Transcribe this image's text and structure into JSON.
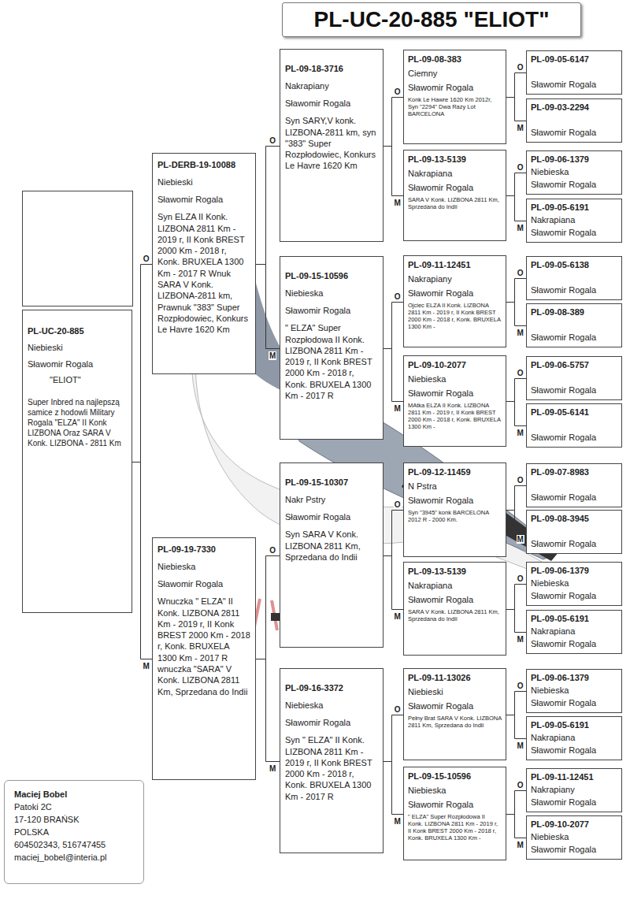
{
  "diagram": {
    "title": "PL-UC-20-885 \"ELIOT\"",
    "nodes": [
      {
        "text": [
          "PL-UC-20-885",
          "Niebieski",
          "Sławomir Rogala",
          "\"ELIOT\"",
          "Super Inbred na najlepszą samice z hodowli Military Rogala \"ELZA\" II Konk LIZBONA Oraz SARA V Konk. LIZBONA - 2811 Km"
        ]
      },
      {
        "text": [
          "PL-DERB-19-10088",
          "Niebieski",
          "Sławomir Rogala",
          "Syn ELZA II Konk. LIZBONA 2811 Km - 2019 r, II Konk BREST 2000 Km - 2018 r, Konk. BRUXELA 1300 Km - 2017 R Wnuk SARA V Konk. LIZBONA-2811 km, Prawnuk \"383\" Super Rozpłodowiec, Konkurs Le Havre 1620 Km"
        ]
      },
      {
        "text": [
          "PL-09-19-7330",
          "Niebieska",
          "Sławomir Rogala",
          "Wnuczka \" ELZA\" II Konk. LIZBONA 2811 Km - 2019 r, II Konk BREST 2000 Km - 2018 r, Konk. BRUXELA 1300 Km - 2017 R wnuczka \"SARA\" V Konk. LIZBONA 2811 Km, Sprzedana do Indii"
        ]
      },
      {
        "text": [
          "PL-09-18-3716",
          "Nakrapiany",
          "Sławomir Rogala",
          "Syn SARY,V konk. LIZBONA-2811 km, syn \"383\" Super Rozpłodowiec, Konkurs Le Havre 1620 Km"
        ]
      },
      {
        "text": [
          "PL-09-15-10596",
          "Niebieska",
          "Sławomir Rogala",
          "\" ELZA\" Super Rozpłodowa II Konk. LIZBONA 2811 Km - 2019 r, II Konk BREST 2000 Km - 2018 r, Konk. BRUXELA 1300 Km - 2017 R"
        ]
      },
      {
        "text": [
          "PL-09-15-10307",
          "Nakr Pstry",
          "Sławomir Rogala",
          "Syn SARA V Konk. LIZBONA 2811 Km, Sprzedana do Indii"
        ]
      },
      {
        "text": [
          "PL-09-16-3372",
          "Niebieska",
          "Sławomir Rogala",
          "Syn \" ELZA\" II Konk. LIZBONA 2811 Km - 2019 r, II Konk BREST 2000 Km - 2018 r, Konk. BRUXELA 1300 Km - 2017 R"
        ]
      },
      {
        "text": [
          "PL-09-08-383",
          "Ciemny",
          "Sławomir Rogala",
          "Konk Le Hawre 1620 Km 2012r, Syn \"2294\" Dwa Razy Lot BARCELONA"
        ]
      },
      {
        "text": [
          "PL-09-13-5139",
          "Nakrapiana",
          "Sławomir Rogala",
          "SARA V Konk. LIZBONA 2811 Km, Sprzedana do Indii"
        ]
      },
      {
        "text": [
          "PL-09-11-12451",
          "Nakrapiany",
          "Sławomir Rogala",
          "Ojciec ELZA II Konk. LIZBONA 2811 Km - 2019 r, II Konk BREST 2000 Km - 2018 r, Konk. BRUXELA 1300 Km -"
        ]
      },
      {
        "text": [
          "PL-09-10-2077",
          "Niebieska",
          "Sławomir Rogala",
          "MAtka ELZA II Konk. LIZBONA 2811 Km - 2019 r, II Konk BREST 2000 Km - 2018 r, Konk. BRUXELA 1300 Km -"
        ]
      },
      {
        "text": [
          "PL-09-12-11459",
          "N Pstra",
          "Sławomir Rogala",
          "Syn \"3945\" konk BARCELONA 2012 R - 2000 Km."
        ]
      },
      {
        "text": [
          "PL-09-13-5139",
          "Nakrapiana",
          "Sławomir Rogala",
          "SARA V Konk. LIZBONA 2811 Km, Sprzedana do Indii"
        ]
      },
      {
        "text": [
          "PL-09-11-13026",
          "Niebieski",
          "Sławomir Rogala",
          "Pełny Brat SARA V Konk. LIZBONA 2811 Km, Sprzedana do Indii"
        ]
      },
      {
        "text": [
          "PL-09-15-10596",
          "Niebieska",
          "Sławomir Rogala",
          "\" ELZA\" Super Rozpłodowa II Konk. LIZBONA 2811 Km - 2019 r, II Konk BREST 2000 Km - 2018 r, Konk. BRUXELA 1300 Km -"
        ]
      },
      {
        "text": [
          "PL-09-05-6147",
          "Sławomir Rogala"
        ]
      },
      {
        "text": [
          "PL-09-03-2294",
          "Sławomir Rogala"
        ]
      },
      {
        "text": [
          "PL-09-06-1379",
          "Niebieska",
          "Sławomir Rogala"
        ]
      },
      {
        "text": [
          "PL-09-05-6191",
          "Nakrapiana",
          "Sławomir Rogala"
        ]
      },
      {
        "text": [
          "PL-09-05-6138",
          "Sławomir Rogala"
        ]
      },
      {
        "text": [
          "PL-09-08-389",
          "Sławomir Rogala"
        ]
      },
      {
        "text": [
          "PL-09-06-5757",
          "Sławomir Rogala"
        ]
      },
      {
        "text": [
          "PL-09-05-6141",
          "Sławomir Rogala"
        ]
      },
      {
        "text": [
          "PL-09-07-8983",
          "Sławomir Rogala"
        ]
      },
      {
        "text": [
          "PL-09-08-3945",
          "Sławomir Rogala"
        ]
      },
      {
        "text": [
          "PL-09-06-1379",
          "Niebieska",
          "Sławomir Rogala"
        ]
      },
      {
        "text": [
          "PL-09-05-6191",
          "Nakrapiana",
          "Sławomir Rogala"
        ]
      },
      {
        "text": [
          "PL-09-06-1379",
          "Niebieska",
          "Sławomir Rogala"
        ]
      },
      {
        "text": [
          "PL-09-05-6191",
          "Nakrapiana",
          "Sławomir Rogala"
        ]
      },
      {
        "text": [
          "PL-09-11-12451",
          "Nakrapiany",
          "Sławomir Rogala"
        ]
      },
      {
        "text": [
          "PL-09-10-2077",
          "Niebieska",
          "Sławomir Rogala"
        ]
      },
      {
        "text": [
          "Maciej Bobel",
          "Patoki 2C",
          "17-120 BRAŃSK",
          "POLSKA",
          "604502343, 516747455",
          "maciej_bobel@interia.pl"
        ]
      }
    ],
    "edges": [
      {
        "from": 0,
        "to": 1,
        "arrow": "none",
        "label": "O"
      },
      {
        "from": 0,
        "to": 2,
        "arrow": "none",
        "label": "M"
      },
      {
        "from": 1,
        "to": 3,
        "arrow": "none",
        "label": "O"
      },
      {
        "from": 1,
        "to": 4,
        "arrow": "none",
        "label": "M"
      },
      {
        "from": 2,
        "to": 5,
        "arrow": "none",
        "label": "O"
      },
      {
        "from": 2,
        "to": 6,
        "arrow": "none",
        "label": "M"
      },
      {
        "from": 3,
        "to": 7,
        "arrow": "none",
        "label": "O"
      },
      {
        "from": 3,
        "to": 8,
        "arrow": "none",
        "label": "M"
      },
      {
        "from": 4,
        "to": 9,
        "arrow": "none",
        "label": "O"
      },
      {
        "from": 4,
        "to": 10,
        "arrow": "none",
        "label": "M"
      },
      {
        "from": 5,
        "to": 11,
        "arrow": "none",
        "label": "O"
      },
      {
        "from": 5,
        "to": 12,
        "arrow": "none",
        "label": "M"
      },
      {
        "from": 6,
        "to": 13,
        "arrow": "none",
        "label": "O"
      },
      {
        "from": 6,
        "to": 14,
        "arrow": "none",
        "label": "M"
      },
      {
        "from": 7,
        "to": 15,
        "arrow": "none",
        "label": "O"
      },
      {
        "from": 7,
        "to": 16,
        "arrow": "none",
        "label": "M"
      },
      {
        "from": 8,
        "to": 17,
        "arrow": "none",
        "label": "O"
      },
      {
        "from": 8,
        "to": 18,
        "arrow": "none",
        "label": "M"
      },
      {
        "from": 9,
        "to": 19,
        "arrow": "none",
        "label": "O"
      },
      {
        "from": 9,
        "to": 20,
        "arrow": "none",
        "label": "M"
      },
      {
        "from": 10,
        "to": 21,
        "arrow": "none",
        "label": "O"
      },
      {
        "from": 10,
        "to": 22,
        "arrow": "none",
        "label": "M"
      },
      {
        "from": 11,
        "to": 23,
        "arrow": "none",
        "label": "O"
      },
      {
        "from": 11,
        "to": 24,
        "arrow": "none",
        "label": "M"
      },
      {
        "from": 12,
        "to": 25,
        "arrow": "none",
        "label": "O"
      },
      {
        "from": 12,
        "to": 26,
        "arrow": "none",
        "label": "M"
      },
      {
        "from": 13,
        "to": 27,
        "arrow": "none",
        "label": "O"
      },
      {
        "from": 13,
        "to": 28,
        "arrow": "none",
        "label": "M"
      },
      {
        "from": 14,
        "to": 29,
        "arrow": "none",
        "label": "O"
      },
      {
        "from": 14,
        "to": 30,
        "arrow": "none",
        "label": "M"
      }
    ]
  }
}
